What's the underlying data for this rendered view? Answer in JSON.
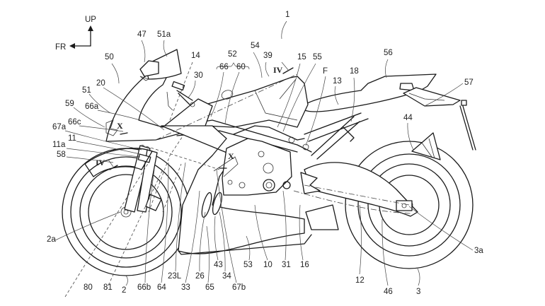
{
  "figure": {
    "type": "patent-drawing",
    "subject": "motorcycle side view (left side)",
    "direction_indicator": {
      "up_label": "UP",
      "front_label": "FR"
    },
    "section_marks": {
      "IV": "IV",
      "X": "X"
    },
    "bracket_group": {
      "label": "52",
      "members": [
        "66",
        "60"
      ]
    },
    "reference_numerals": [
      "1",
      "47",
      "51a",
      "50",
      "14",
      "30",
      "52",
      "66",
      "60",
      "54",
      "39",
      "15",
      "55",
      "F",
      "13",
      "18",
      "56",
      "57",
      "44",
      "20",
      "51",
      "66a",
      "59",
      "66c",
      "67a",
      "11",
      "11a",
      "58",
      "2a",
      "80",
      "81",
      "2",
      "66b",
      "64",
      "23L",
      "33",
      "26",
      "65",
      "43",
      "34",
      "67b",
      "53",
      "10",
      "31",
      "16",
      "12",
      "46",
      "3",
      "3a"
    ]
  }
}
